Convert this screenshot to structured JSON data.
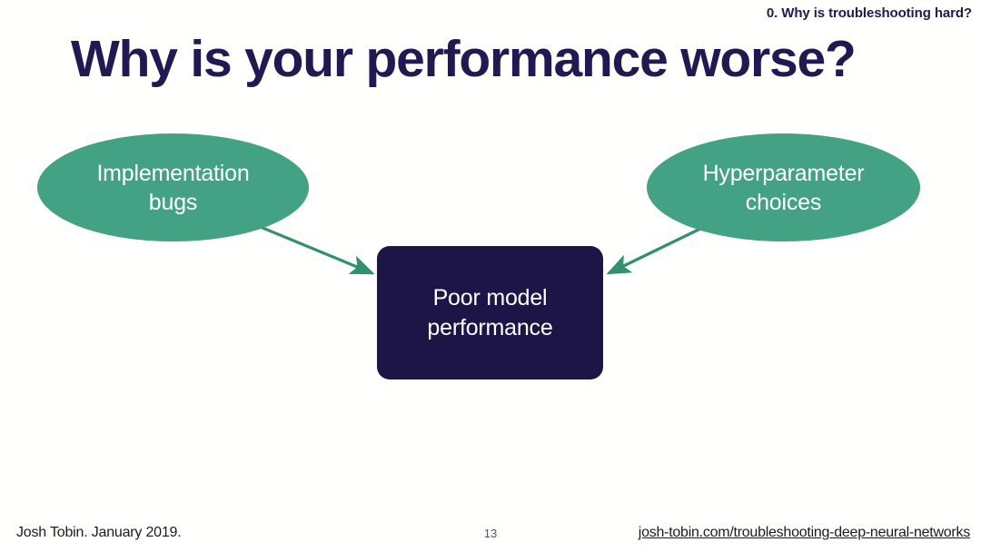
{
  "slide": {
    "section_label": "0. Why is troubleshooting hard?",
    "title": "Why is your performance worse?",
    "background_color": "#ffffff",
    "title_color": "#211a52",
    "accent_green": "#43a184",
    "accent_navy": "#1d1448"
  },
  "diagram": {
    "type": "flow",
    "nodes": [
      {
        "id": "implementation-bugs",
        "shape": "ellipse",
        "line1": "Implementation",
        "line2": "bugs",
        "fill": "#43a184",
        "text_color": "#ffffff"
      },
      {
        "id": "hyperparameter-choices",
        "shape": "ellipse",
        "line1": "Hyperparameter",
        "line2": "choices",
        "fill": "#43a184",
        "text_color": "#ffffff"
      },
      {
        "id": "poor-model-performance",
        "shape": "rounded-rect",
        "line1": "Poor model",
        "line2": "performance",
        "fill": "#1d1448",
        "text_color": "#ffffff"
      }
    ],
    "edges": [
      {
        "id": "edge-bugs-to-performance",
        "from": "implementation-bugs",
        "to": "poor-model-performance",
        "color": "#2f9172",
        "arrowhead": "end"
      },
      {
        "id": "edge-hyperparams-to-performance",
        "from": "hyperparameter-choices",
        "to": "poor-model-performance",
        "color": "#2f9172",
        "arrowhead": "end"
      }
    ]
  },
  "footer": {
    "author": "Josh Tobin. January 2019.",
    "page_number": "13",
    "link": "josh-tobin.com/troubleshooting-deep-neural-networks"
  }
}
